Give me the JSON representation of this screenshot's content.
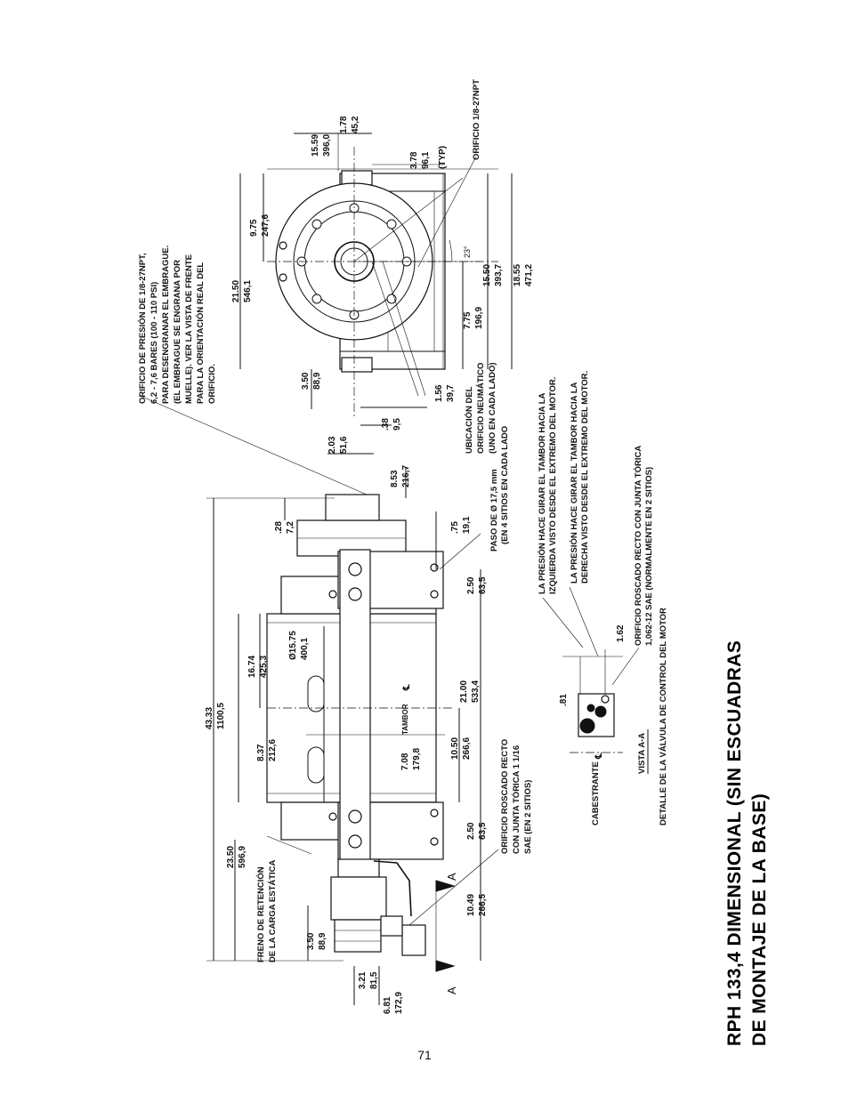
{
  "page_number": "71",
  "title_lines": [
    "RPH 133,4 DIMENSIONAL (SIN ESCUADRAS",
    "DE MONTAJE DE LA BASE)"
  ],
  "notes": {
    "pressure_port": [
      "ORIFICIO DE PRESIÓN DE 1/8-27NPT,",
      "6,2 - 7,6 BARES (100 - 110 PSI)",
      "PARA DESENGRANAR EL EMBRAGUE.",
      "(EL EMBRAGUE SE ENGRANA POR",
      "MUELLE). VER LA VISTA DE FRENTE",
      "PARA LA ORIENTACIÓN REAL DEL",
      "ORIFICIO."
    ],
    "port_top": "ORIFICIO 1/8-27NPT",
    "air_port": [
      "UBICACIÓN DEL",
      "ORIFICIO NEUMÁTICO",
      "(UNO EN CADA LADO)"
    ],
    "bolt_pitch": [
      "PASO DE Ø 17,5 mm",
      "(EN 4 SITIOS EN CADA LADO"
    ],
    "brake": [
      "FRENO DE RETENCIÓN",
      "DE LA CARGA ESTÁTICA"
    ],
    "oring_port": [
      "ORIFICIO ROSCADO RECTO",
      "CON JUNTA TÓRICA 1 1/16",
      "SAE (EN 2 SITIOS)"
    ],
    "pressure_left": [
      "LA PRESIÓN HACE GIRAR EL TAMBOR HACIA LA",
      "IZQUIERDA VISTO DESDE EL EXTREMO DEL MOTOR."
    ],
    "pressure_right": [
      "LA PRESIÓN HACE GIRAR EL TAMBOR HACIA LA",
      "DERECHA VISTO DESDE EL EXTREMO DEL MOTOR."
    ],
    "oring_port2": [
      "ORIFICIO ROSCADO RECTO CON JUNTA TÓRICA",
      "1,062-12 SAE (NORMALMENTE EN 2 SITIOS)"
    ],
    "view_aa": "VISTA A-A",
    "valve_detail": "DETALLE DE LA VÁLVULA DE CONTROL DEL MOTOR",
    "capstan": "CABESTRANTE",
    "drum": "TAMBOR",
    "section_a": "A",
    "angle": "23°",
    "typ": "(TYP)",
    "centerline": "℄",
    "dim_081": ".81",
    "dim_162": "1.62"
  },
  "dims": {
    "d1": [
      "15.59",
      "396,0"
    ],
    "d2": [
      "1.78",
      "45,2"
    ],
    "d3": [
      "3.78",
      "96,1"
    ],
    "d4": [
      "9.75",
      "247,6"
    ],
    "d5": [
      "21.50",
      "546,1"
    ],
    "d6": [
      "3.50",
      "88,9"
    ],
    "d7": [
      "15.50",
      "393,7"
    ],
    "d8": [
      "18.55",
      "471,2"
    ],
    "d9": [
      "7.75",
      "196,9"
    ],
    "d10": [
      "1.56",
      "39,7"
    ],
    "d11": [
      ".38",
      "9,5"
    ],
    "d12": [
      "2.03",
      "51,6"
    ],
    "d13": [
      "8.53",
      "216,7"
    ],
    "d14": [
      ".28",
      "7,2"
    ],
    "d15": [
      ".75",
      "19,1"
    ],
    "d16": [
      "2.50",
      "63,5"
    ],
    "d17": [
      "Ø15.75",
      "400,1"
    ],
    "d18": [
      "43.33",
      "1100,5"
    ],
    "d19": [
      "16.74",
      "425,3"
    ],
    "d20": [
      "8.37",
      "212,6"
    ],
    "d21": [
      "21.00",
      "533,4"
    ],
    "d22": [
      "7.08",
      "179,8"
    ],
    "d23": [
      "10.50",
      "266,6"
    ],
    "d24": [
      "2.50",
      "63,5"
    ],
    "d25": [
      "23.50",
      "596,9"
    ],
    "d26": [
      "10.49",
      "266,5"
    ],
    "d27": [
      "3.50",
      "88,9"
    ],
    "d28": [
      "3.21",
      "81,5"
    ],
    "d29": [
      "6.81",
      "172,9"
    ]
  }
}
